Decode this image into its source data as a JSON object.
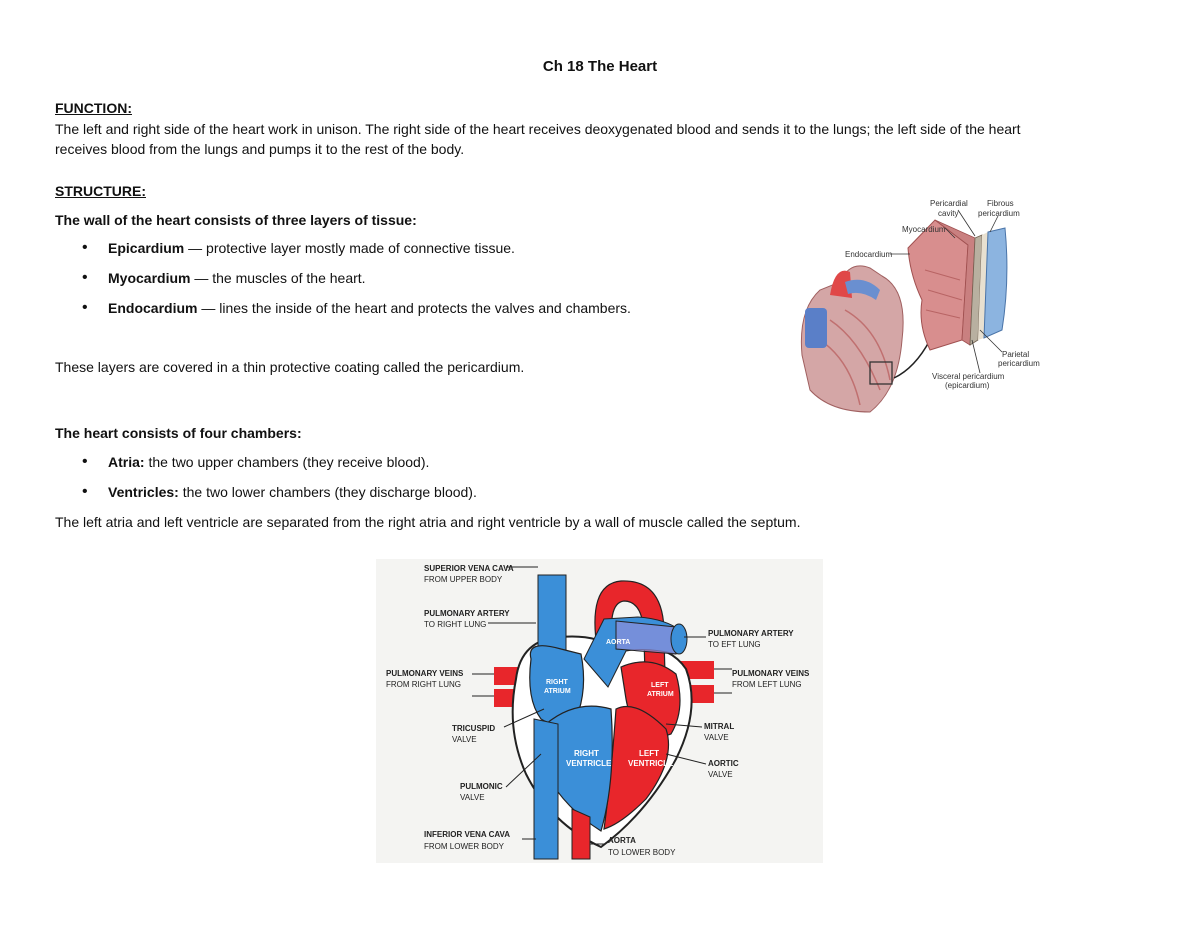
{
  "doc": {
    "title": "Ch 18 The Heart",
    "function_heading": "FUNCTION:",
    "function_line1": "The left and right side of the heart work in unison. The right side of the heart receives deoxygenated blood and sends it to the lungs; the left side of the heart",
    "function_line2": "receives blood from the lungs and pumps it to the rest of the body.",
    "structure_heading": "STRUCTURE:",
    "wall_intro": "The wall of the heart consists of three layers of tissue:",
    "layers": [
      {
        "term": "Epicardium",
        "desc": " — protective layer mostly made of connective tissue."
      },
      {
        "term": "Myocardium",
        "desc": " — the muscles of the heart."
      },
      {
        "term": "Endocardium",
        "desc": " — lines the inside of the heart and protects the valves and chambers."
      }
    ],
    "pericardium_note": "These layers are covered in a thin protective coating called the pericardium.",
    "chambers_intro": "The heart consists of four chambers:",
    "chambers": [
      {
        "term": "Atria:",
        "desc": " the two upper chambers (they receive blood)."
      },
      {
        "term": "Ventricles:",
        "desc": " the two lower chambers (they discharge blood)."
      }
    ],
    "septum_note": "The left atria and left ventricle are separated from the right atria and right ventricle by a wall of muscle called the septum."
  },
  "layers_figure": {
    "labels": {
      "pericardial_cavity_1": "Pericardial",
      "pericardial_cavity_2": "cavity",
      "fibrous_1": "Fibrous",
      "fibrous_2": "pericardium",
      "myocardium": "Myocardium",
      "endocardium": "Endocardium",
      "parietal_1": "Parietal",
      "parietal_2": "pericardium",
      "visceral_1": "Visceral pericardium",
      "visceral_2": "(epicardium)"
    }
  },
  "heart_figure": {
    "labels": {
      "svc_1": "SUPERIOR VENA CAVA",
      "svc_2": "FROM UPPER BODY",
      "pa_right_1": "PULMONARY ARTERY",
      "pa_right_2": "TO RIGHT LUNG",
      "pa_left_1": "PULMONARY ARTERY",
      "pa_left_2": "TO    EFT LUNG",
      "pv_right_1": "PULMONARY VEINS",
      "pv_right_2": "FROM RIGHT LUNG",
      "pv_left_1": "PULMONARY VEINS",
      "pv_left_2": "FROM LEFT LUNG",
      "tricuspid_1": "TRICUSPID",
      "tricuspid_2": "VALVE",
      "mitral_1": "MITRAL",
      "mitral_2": "VALVE",
      "aortic_1": "AORTIC",
      "aortic_2": "VALVE",
      "pulmonic_1": "PULMONIC",
      "pulmonic_2": "VALVE",
      "ivc_1": "INFERIOR VENA CAVA",
      "ivc_2": "FROM LOWER BODY",
      "aorta_low_1": "AORTA",
      "aorta_low_2": "TO LOWER BODY",
      "aorta_inner": "AORTA",
      "right_atrium_1": "RIGHT",
      "right_atrium_2": "ATRIUM",
      "left_atrium_1": "LEFT",
      "left_atrium_2": "ATRIUM",
      "right_ventricle_1": "RIGHT",
      "right_ventricle_2": "VENTRICLE",
      "left_ventricle_1": "LEFT",
      "left_ventricle_2": "VENTRICLE"
    },
    "colors": {
      "oxygenated": "#e8262b",
      "deoxygenated": "#3b8fd8",
      "background": "#f4f4f2"
    }
  }
}
